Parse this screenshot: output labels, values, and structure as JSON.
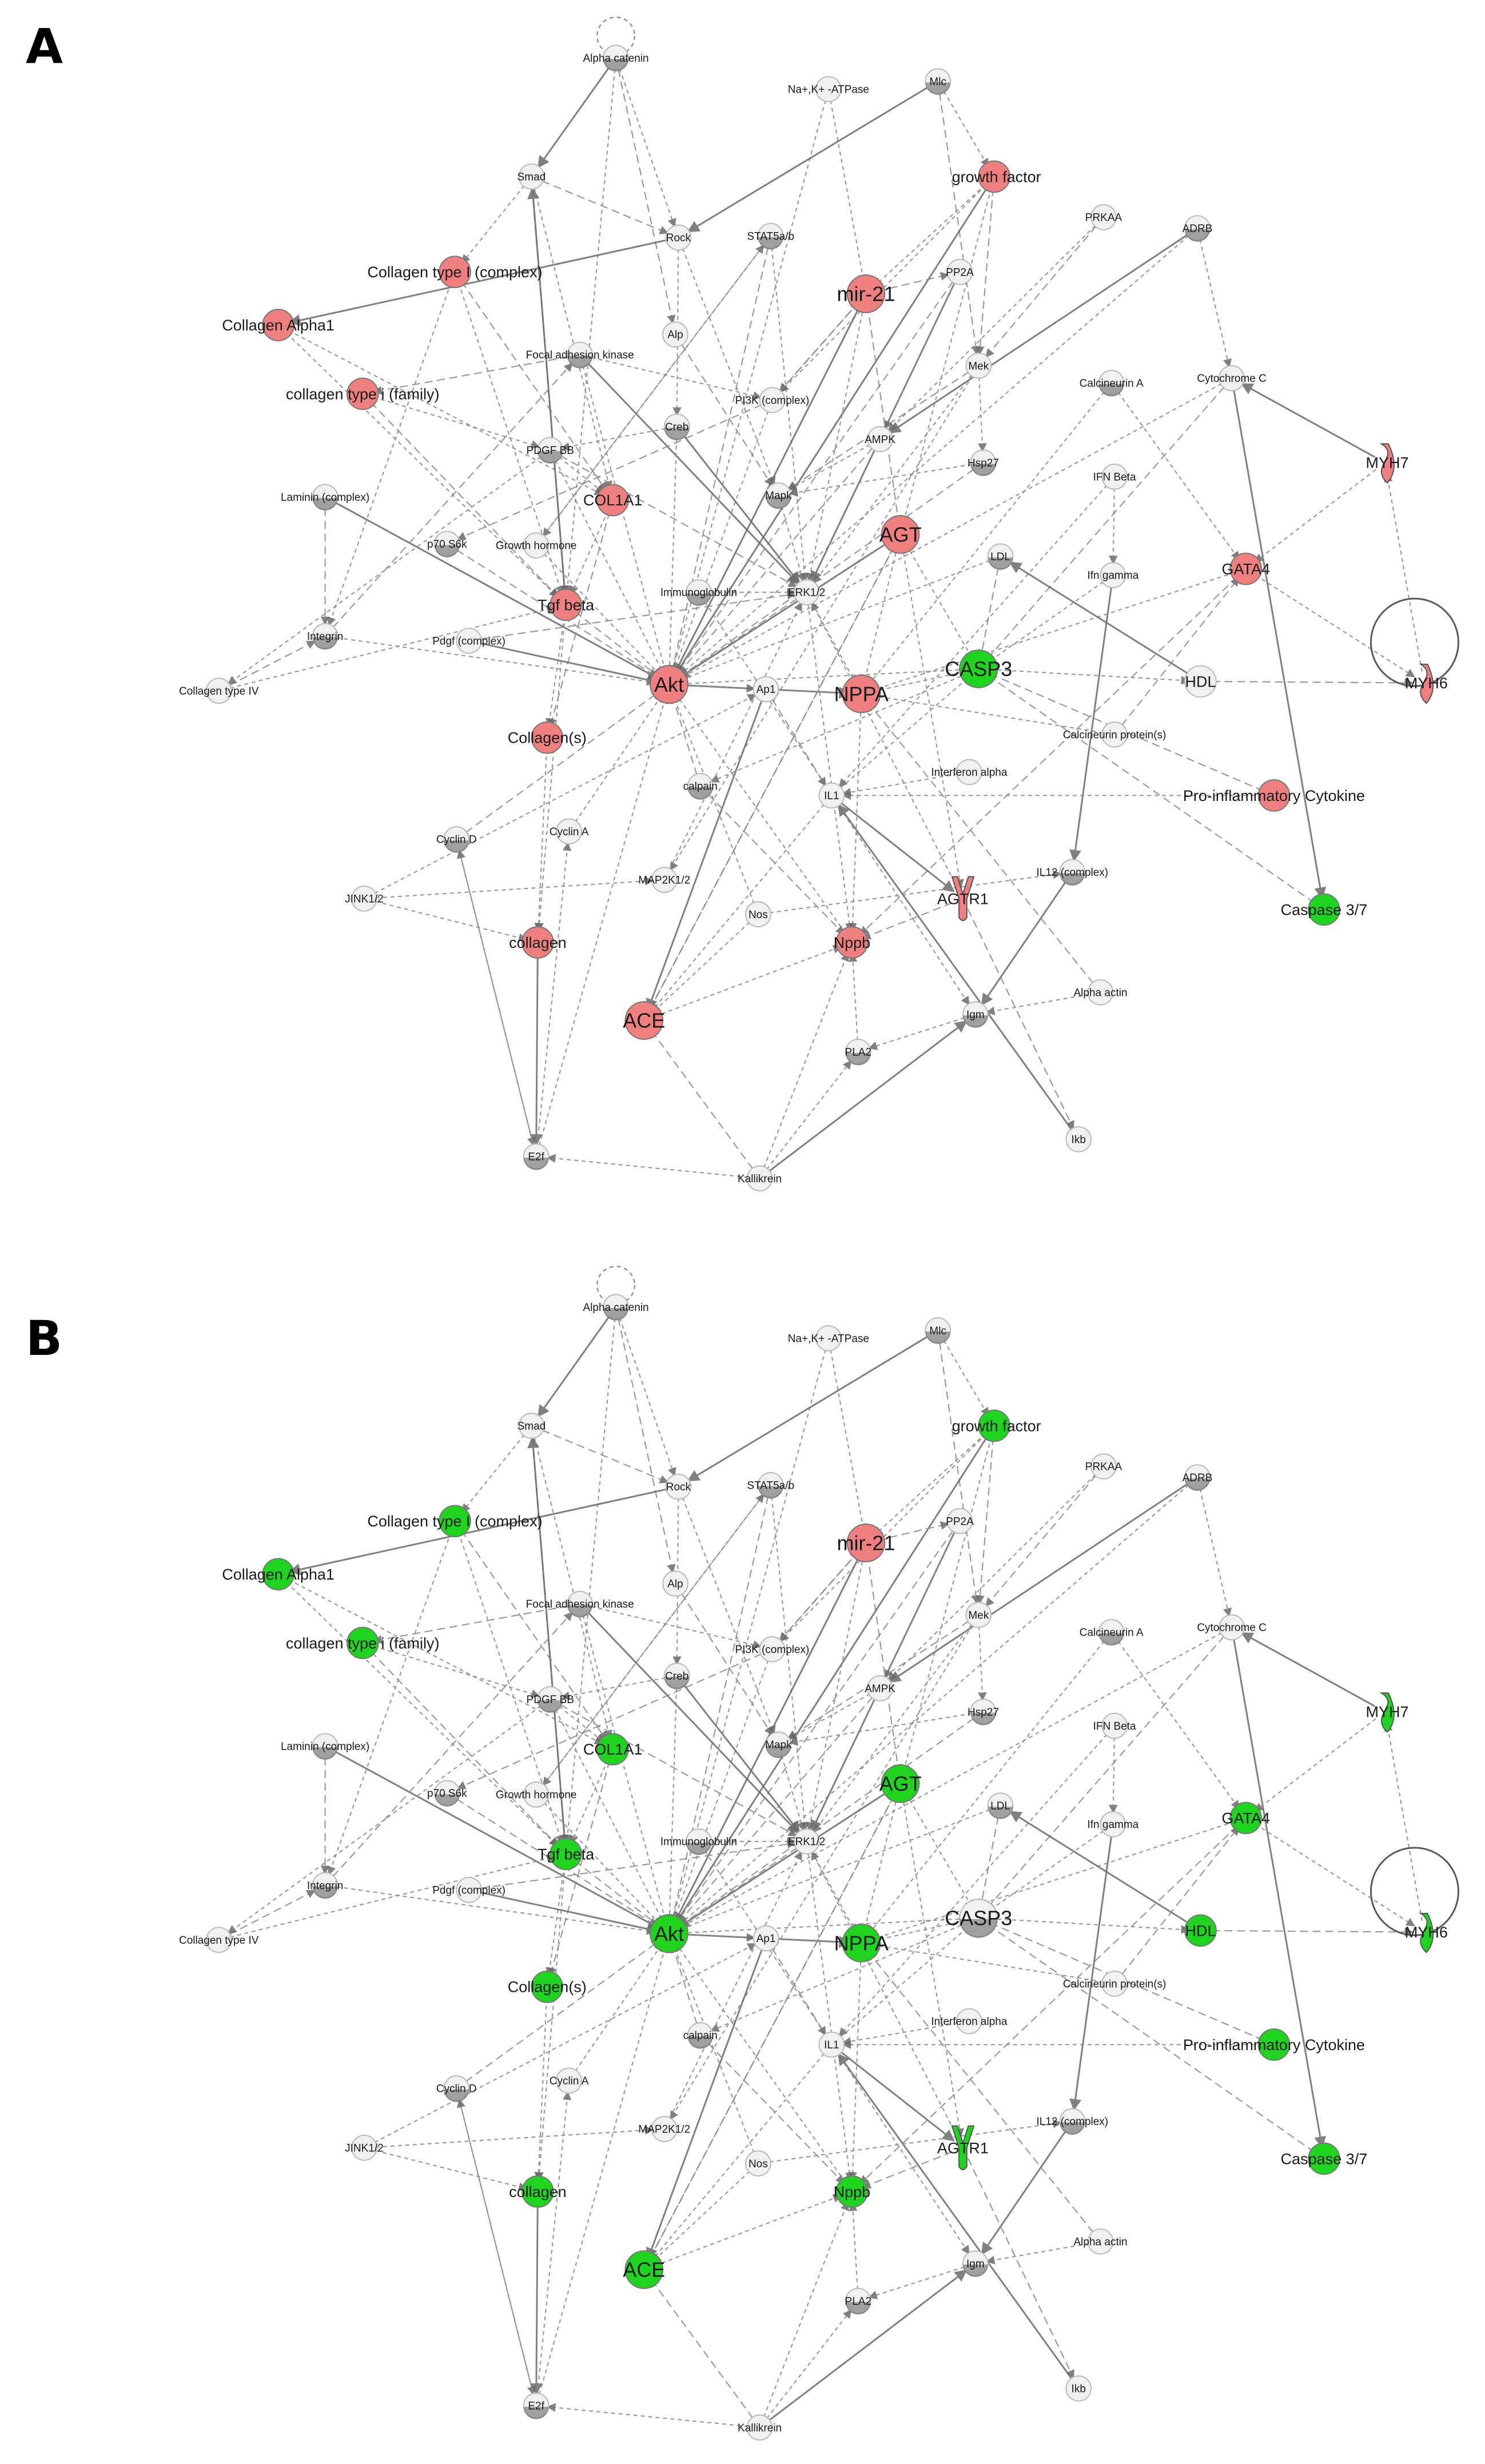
{
  "panels": [
    {
      "letter": "A",
      "mode": "red"
    },
    {
      "letter": "B",
      "mode": "green"
    }
  ],
  "colors": {
    "red": "#f08080",
    "green": "#1fd41f",
    "node_gray": "#f1f1f1",
    "node_dark": "#5c5c5c",
    "edge": "#8a8a8a"
  },
  "nodes": [
    {
      "id": "alpha_catenin",
      "label": "Alpha catenin",
      "a": "none",
      "b": "none",
      "shape": "circle",
      "size": "small"
    },
    {
      "id": "nak_atpase",
      "label": "Na+,K+ -ATPase",
      "a": "none",
      "b": "none",
      "shape": "circle",
      "size": "small"
    },
    {
      "id": "mlc",
      "label": "Mlc",
      "a": "none",
      "b": "none",
      "shape": "circle",
      "size": "small"
    },
    {
      "id": "smad",
      "label": "Smad",
      "a": "none",
      "b": "none",
      "shape": "circle",
      "size": "small"
    },
    {
      "id": "growth_factor",
      "label": "growth factor",
      "a": "red",
      "b": "green",
      "shape": "circle",
      "size": "medium"
    },
    {
      "id": "prkaa",
      "label": "PRKAA",
      "a": "none",
      "b": "none",
      "shape": "circle",
      "size": "small"
    },
    {
      "id": "adrb",
      "label": "ADRB",
      "a": "none",
      "b": "none",
      "shape": "circle",
      "size": "small"
    },
    {
      "id": "rock",
      "label": "Rock",
      "a": "none",
      "b": "none",
      "shape": "circle",
      "size": "small"
    },
    {
      "id": "stat5ab",
      "label": "STAT5a/b",
      "a": "none",
      "b": "none",
      "shape": "circle",
      "size": "small"
    },
    {
      "id": "pp2a",
      "label": "PP2A",
      "a": "none",
      "b": "none",
      "shape": "circle",
      "size": "small"
    },
    {
      "id": "collagen_type_i_complex",
      "label": "Collagen type I (complex)",
      "a": "red",
      "b": "green",
      "shape": "circle",
      "size": "medium"
    },
    {
      "id": "mir21",
      "label": "mir-21",
      "a": "red",
      "b": "red",
      "shape": "circle",
      "size": "large"
    },
    {
      "id": "collagen_alpha1",
      "label": "Collagen Alpha1",
      "a": "red",
      "b": "green",
      "shape": "circle",
      "size": "medium"
    },
    {
      "id": "alp",
      "label": "Alp",
      "a": "none",
      "b": "none",
      "shape": "circle",
      "size": "small"
    },
    {
      "id": "fak",
      "label": "Focal adhesion kinase",
      "a": "none",
      "b": "none",
      "shape": "circle",
      "size": "small"
    },
    {
      "id": "mek",
      "label": "Mek",
      "a": "none",
      "b": "none",
      "shape": "circle",
      "size": "small"
    },
    {
      "id": "calcineurin_a",
      "label": "Calcineurin A",
      "a": "none",
      "b": "none",
      "shape": "circle",
      "size": "small"
    },
    {
      "id": "cytochrome_c",
      "label": "Cytochrome C",
      "a": "none",
      "b": "none",
      "shape": "circle",
      "size": "small"
    },
    {
      "id": "collagen_type_i_family",
      "label": "collagen type i (family)",
      "a": "red",
      "b": "green",
      "shape": "circle",
      "size": "medium"
    },
    {
      "id": "pi3k",
      "label": "PI3K (complex)",
      "a": "none",
      "b": "none",
      "shape": "circle",
      "size": "small"
    },
    {
      "id": "creb",
      "label": "Creb",
      "a": "none",
      "b": "none",
      "shape": "circle",
      "size": "small"
    },
    {
      "id": "ampk",
      "label": "AMPK",
      "a": "none",
      "b": "none",
      "shape": "circle",
      "size": "small"
    },
    {
      "id": "pdgf_bb",
      "label": "PDGF BB",
      "a": "none",
      "b": "none",
      "shape": "circle",
      "size": "small"
    },
    {
      "id": "myh7",
      "label": "MYH7",
      "a": "red",
      "b": "green",
      "shape": "squiggle",
      "size": "medium"
    },
    {
      "id": "hsp27",
      "label": "Hsp27",
      "a": "none",
      "b": "none",
      "shape": "circle",
      "size": "small"
    },
    {
      "id": "ifn_beta",
      "label": "IFN Beta",
      "a": "none",
      "b": "none",
      "shape": "circle",
      "size": "small"
    },
    {
      "id": "laminin",
      "label": "Laminin (complex)",
      "a": "none",
      "b": "none",
      "shape": "circle",
      "size": "small"
    },
    {
      "id": "col1a1",
      "label": "COL1A1",
      "a": "red",
      "b": "green",
      "shape": "circle",
      "size": "medium"
    },
    {
      "id": "mapk",
      "label": "Mapk",
      "a": "none",
      "b": "none",
      "shape": "circle",
      "size": "small"
    },
    {
      "id": "agt",
      "label": "AGT",
      "a": "red",
      "b": "green",
      "shape": "circle",
      "size": "large"
    },
    {
      "id": "p70s6k",
      "label": "p70 S6k",
      "a": "none",
      "b": "none",
      "shape": "circle",
      "size": "small"
    },
    {
      "id": "growth_hormone",
      "label": "Growth hormone",
      "a": "none",
      "b": "none",
      "shape": "circle",
      "size": "small"
    },
    {
      "id": "ldl",
      "label": "LDL",
      "a": "none",
      "b": "none",
      "shape": "circle",
      "size": "small"
    },
    {
      "id": "ifn_gamma",
      "label": "Ifn gamma",
      "a": "none",
      "b": "none",
      "shape": "circle",
      "size": "small"
    },
    {
      "id": "gata4",
      "label": "GATA4",
      "a": "red",
      "b": "green",
      "shape": "circle",
      "size": "medium"
    },
    {
      "id": "tgf_beta",
      "label": "Tgf beta",
      "a": "red",
      "b": "green",
      "shape": "circle",
      "size": "medium"
    },
    {
      "id": "immunoglobulin",
      "label": "Immunoglobulin",
      "a": "none",
      "b": "none",
      "shape": "circle",
      "size": "small"
    },
    {
      "id": "erk12",
      "label": "ERK1/2",
      "a": "none",
      "b": "none",
      "shape": "circle",
      "size": "small"
    },
    {
      "id": "integrin",
      "label": "Integrin",
      "a": "none",
      "b": "none",
      "shape": "circle",
      "size": "small"
    },
    {
      "id": "pdgf_complex",
      "label": "Pdgf (complex)",
      "a": "none",
      "b": "none",
      "shape": "circle",
      "size": "small"
    },
    {
      "id": "casp3",
      "label": "CASP3",
      "a": "green",
      "b": "none",
      "shape": "circle",
      "size": "large"
    },
    {
      "id": "collagen_type_iv",
      "label": "Collagen type IV",
      "a": "none",
      "b": "none",
      "shape": "circle",
      "size": "small"
    },
    {
      "id": "akt",
      "label": "Akt",
      "a": "red",
      "b": "green",
      "shape": "circle",
      "size": "large"
    },
    {
      "id": "ap1",
      "label": "Ap1",
      "a": "none",
      "b": "none",
      "shape": "circle",
      "size": "small"
    },
    {
      "id": "nppa",
      "label": "NPPA",
      "a": "red",
      "b": "green",
      "shape": "circle",
      "size": "large"
    },
    {
      "id": "hdl",
      "label": "HDL",
      "a": "none",
      "b": "green",
      "shape": "circle",
      "size": "medium"
    },
    {
      "id": "myh6",
      "label": "MYH6",
      "a": "red",
      "b": "green",
      "shape": "squiggle",
      "size": "medium"
    },
    {
      "id": "calcineurin_protein",
      "label": "Calcineurin protein(s)",
      "a": "none",
      "b": "none",
      "shape": "circle",
      "size": "small"
    },
    {
      "id": "collagens",
      "label": "Collagen(s)",
      "a": "red",
      "b": "green",
      "shape": "circle",
      "size": "medium"
    },
    {
      "id": "interferon_alpha",
      "label": "Interferon alpha",
      "a": "none",
      "b": "none",
      "shape": "circle",
      "size": "small"
    },
    {
      "id": "calpain",
      "label": "calpain",
      "a": "none",
      "b": "none",
      "shape": "circle",
      "size": "small"
    },
    {
      "id": "il1",
      "label": "IL1",
      "a": "none",
      "b": "none",
      "shape": "circle",
      "size": "small"
    },
    {
      "id": "proinflammatory",
      "label": "Pro-inflammatory Cytokine",
      "a": "red",
      "b": "green",
      "shape": "circle",
      "size": "medium"
    },
    {
      "id": "cyclin_a",
      "label": "Cyclin A",
      "a": "none",
      "b": "none",
      "shape": "circle",
      "size": "small"
    },
    {
      "id": "cyclin_d",
      "label": "Cyclin D",
      "a": "none",
      "b": "none",
      "shape": "circle",
      "size": "small"
    },
    {
      "id": "jnk12",
      "label": "JINK1/2",
      "a": "none",
      "b": "none",
      "shape": "circle",
      "size": "small"
    },
    {
      "id": "il12",
      "label": "IL12 (complex)",
      "a": "none",
      "b": "none",
      "shape": "circle",
      "size": "small"
    },
    {
      "id": "map2k12",
      "label": "MAP2K1/2",
      "a": "none",
      "b": "none",
      "shape": "circle",
      "size": "small"
    },
    {
      "id": "agtr1",
      "label": "AGTR1",
      "a": "red",
      "b": "green",
      "shape": "receptor",
      "size": "medium"
    },
    {
      "id": "nos",
      "label": "Nos",
      "a": "none",
      "b": "none",
      "shape": "circle",
      "size": "small"
    },
    {
      "id": "caspase37",
      "label": "Caspase 3/7",
      "a": "green",
      "b": "green",
      "shape": "circle",
      "size": "medium"
    },
    {
      "id": "collagen",
      "label": "collagen",
      "a": "red",
      "b": "green",
      "shape": "circle",
      "size": "medium"
    },
    {
      "id": "nppb",
      "label": "Nppb",
      "a": "red",
      "b": "green",
      "shape": "circle",
      "size": "medium"
    },
    {
      "id": "ace",
      "label": "ACE",
      "a": "red",
      "b": "green",
      "shape": "circle",
      "size": "large"
    },
    {
      "id": "igm",
      "label": "Igm",
      "a": "none",
      "b": "none",
      "shape": "circle",
      "size": "small"
    },
    {
      "id": "alpha_actin",
      "label": "Alpha actin",
      "a": "none",
      "b": "none",
      "shape": "circle",
      "size": "small"
    },
    {
      "id": "pla2",
      "label": "PLA2",
      "a": "none",
      "b": "none",
      "shape": "circle",
      "size": "small"
    },
    {
      "id": "ikb",
      "label": "Ikb",
      "a": "none",
      "b": "none",
      "shape": "circle",
      "size": "small"
    },
    {
      "id": "e2f",
      "label": "E2f",
      "a": "none",
      "b": "none",
      "shape": "circle",
      "size": "small"
    },
    {
      "id": "kallikrein",
      "label": "Kallikrein",
      "a": "none",
      "b": "none",
      "shape": "circle",
      "size": "small"
    }
  ],
  "edges": [
    [
      "alpha_catenin",
      "smad"
    ],
    [
      "alpha_catenin",
      "rock"
    ],
    [
      "alpha_catenin",
      "tgf_beta"
    ],
    [
      "alpha_catenin",
      "alp"
    ],
    [
      "nak_atpase",
      "mir21"
    ],
    [
      "nak_atpase",
      "akt"
    ],
    [
      "mlc",
      "mek"
    ],
    [
      "mlc",
      "rock"
    ],
    [
      "mlc",
      "growth_factor"
    ],
    [
      "smad",
      "tgf_beta"
    ],
    [
      "smad",
      "collagen_type_i_complex"
    ],
    [
      "smad",
      "col1a1"
    ],
    [
      "smad",
      "rock"
    ],
    [
      "growth_factor",
      "mir21"
    ],
    [
      "growth_factor",
      "akt"
    ],
    [
      "growth_factor",
      "mek"
    ],
    [
      "growth_factor",
      "pi3k"
    ],
    [
      "prkaa",
      "ampk"
    ],
    [
      "prkaa",
      "mek"
    ],
    [
      "adrb",
      "akt"
    ],
    [
      "adrb",
      "cytochrome_c"
    ],
    [
      "adrb",
      "ampk"
    ],
    [
      "rock",
      "mapk"
    ],
    [
      "rock",
      "creb"
    ],
    [
      "stat5ab",
      "akt"
    ],
    [
      "stat5ab",
      "growth_hormone"
    ],
    [
      "stat5ab",
      "erk12"
    ],
    [
      "pp2a",
      "akt"
    ],
    [
      "pp2a",
      "erk12"
    ],
    [
      "pp2a",
      "ampk"
    ],
    [
      "collagen_type_i_complex",
      "col1a1"
    ],
    [
      "collagen_type_i_complex",
      "tgf_beta"
    ],
    [
      "collagen_type_i_complex",
      "integrin"
    ],
    [
      "mir21",
      "pp2a"
    ],
    [
      "mir21",
      "erk12"
    ],
    [
      "mir21",
      "akt"
    ],
    [
      "mir21",
      "pi3k"
    ],
    [
      "collagen_alpha1",
      "tgf_beta"
    ],
    [
      "collagen_alpha1",
      "col1a1"
    ],
    [
      "alp",
      "mapk"
    ],
    [
      "fak",
      "akt"
    ],
    [
      "fak",
      "pi3k"
    ],
    [
      "fak",
      "erk12"
    ],
    [
      "mek",
      "erk12"
    ],
    [
      "mek",
      "map2k12"
    ],
    [
      "mek",
      "mapk"
    ],
    [
      "calcineurin_a",
      "gata4"
    ],
    [
      "calcineurin_a",
      "nppa"
    ],
    [
      "cytochrome_c",
      "casp3"
    ],
    [
      "cytochrome_c",
      "caspase37"
    ],
    [
      "cytochrome_c",
      "akt"
    ],
    [
      "collagen_type_i_family",
      "tgf_beta"
    ],
    [
      "collagen_type_i_family",
      "pdgf_bb"
    ],
    [
      "pi3k",
      "akt"
    ],
    [
      "pi3k",
      "p70s6k"
    ],
    [
      "creb",
      "akt"
    ],
    [
      "creb",
      "erk12"
    ],
    [
      "ampk",
      "akt"
    ],
    [
      "ampk",
      "mapk"
    ],
    [
      "pdgf_bb",
      "akt"
    ],
    [
      "pdgf_bb",
      "erk12"
    ],
    [
      "pdgf_bb",
      "col1a1"
    ],
    [
      "myh7",
      "gata4"
    ],
    [
      "myh7",
      "cytochrome_c"
    ],
    [
      "myh6",
      "myh7"
    ],
    [
      "hsp27",
      "mapk"
    ],
    [
      "hsp27",
      "akt"
    ],
    [
      "ifn_beta",
      "il1"
    ],
    [
      "ifn_beta",
      "ifn_gamma"
    ],
    [
      "laminin",
      "integrin"
    ],
    [
      "laminin",
      "akt"
    ],
    [
      "col1a1",
      "tgf_beta"
    ],
    [
      "col1a1",
      "collagens"
    ],
    [
      "mapk",
      "erk12"
    ],
    [
      "agt",
      "agtr1"
    ],
    [
      "agt",
      "ace"
    ],
    [
      "agt",
      "nppa"
    ],
    [
      "agt",
      "akt"
    ],
    [
      "p70s6k",
      "akt"
    ],
    [
      "growth_hormone",
      "akt"
    ],
    [
      "growth_hormone",
      "stat5ab"
    ],
    [
      "ldl",
      "casp3"
    ],
    [
      "ldl",
      "akt"
    ],
    [
      "ifn_gamma",
      "casp3"
    ],
    [
      "ifn_gamma",
      "il12"
    ],
    [
      "gata4",
      "nppa"
    ],
    [
      "gata4",
      "myh6"
    ],
    [
      "gata4",
      "nppb"
    ],
    [
      "tgf_beta",
      "collagens"
    ],
    [
      "tgf_beta",
      "collagen"
    ],
    [
      "tgf_beta",
      "akt"
    ],
    [
      "tgf_beta",
      "smad"
    ],
    [
      "immunoglobulin",
      "igm"
    ],
    [
      "erk12",
      "akt"
    ],
    [
      "erk12",
      "nppa"
    ],
    [
      "erk12",
      "nppb"
    ],
    [
      "integrin",
      "fak"
    ],
    [
      "integrin",
      "akt"
    ],
    [
      "pdgf_complex",
      "akt"
    ],
    [
      "pdgf_complex",
      "erk12"
    ],
    [
      "casp3",
      "calpain"
    ],
    [
      "casp3",
      "hdl"
    ],
    [
      "collagen_type_iv",
      "integrin"
    ],
    [
      "collagen_type_iv",
      "tgf_beta"
    ],
    [
      "akt",
      "casp3"
    ],
    [
      "akt",
      "nppa"
    ],
    [
      "akt",
      "ap1"
    ],
    [
      "ap1",
      "nppa"
    ],
    [
      "ap1",
      "il1"
    ],
    [
      "nppa",
      "casp3"
    ],
    [
      "nppa",
      "nppb"
    ],
    [
      "hdl",
      "myh6"
    ],
    [
      "hdl",
      "ldl"
    ],
    [
      "calcineurin_protein",
      "nppa"
    ],
    [
      "calcineurin_protein",
      "gata4"
    ],
    [
      "collagens",
      "collagen"
    ],
    [
      "interferon_alpha",
      "il1"
    ],
    [
      "calpain",
      "akt"
    ],
    [
      "il1",
      "ace"
    ],
    [
      "il1",
      "agtr1"
    ],
    [
      "proinflammatory",
      "casp3"
    ],
    [
      "proinflammatory",
      "il1"
    ],
    [
      "cyclin_a",
      "akt"
    ],
    [
      "cyclin_d",
      "e2f"
    ],
    [
      "jnk12",
      "collagen"
    ],
    [
      "jnk12",
      "ap1"
    ],
    [
      "il12",
      "igm"
    ],
    [
      "map2k12",
      "erk12"
    ],
    [
      "agtr1",
      "erk12"
    ],
    [
      "agtr1",
      "nppb"
    ],
    [
      "nos",
      "akt"
    ],
    [
      "nos",
      "ace"
    ],
    [
      "caspase37",
      "casp3"
    ],
    [
      "collagen",
      "e2f"
    ],
    [
      "nppb",
      "akt"
    ],
    [
      "ace",
      "agt"
    ],
    [
      "ace",
      "nppb"
    ],
    [
      "igm",
      "pla2"
    ],
    [
      "alpha_actin",
      "nppa"
    ],
    [
      "pla2",
      "nppb"
    ],
    [
      "ikb",
      "il1"
    ],
    [
      "e2f",
      "cyclin_d"
    ],
    [
      "e2f",
      "cyclin_a"
    ],
    [
      "e2f",
      "akt"
    ],
    [
      "kallikrein",
      "ace"
    ],
    [
      "kallikrein",
      "nppb"
    ],
    [
      "kallikrein",
      "pla2"
    ],
    [
      "kallikrein",
      "igm"
    ],
    [
      "kallikrein",
      "e2f"
    ],
    [
      "alpha_catenin",
      "alpha_catenin"
    ],
    [
      "mir21",
      "agt"
    ],
    [
      "agt",
      "casp3"
    ],
    [
      "growth_factor",
      "agt"
    ],
    [
      "fak",
      "collagen_type_i_family"
    ],
    [
      "rock",
      "collagen_alpha1"
    ],
    [
      "pdgf_bb",
      "collagen_type_iv"
    ],
    [
      "cyclin_d",
      "akt"
    ],
    [
      "jnk12",
      "map2k12"
    ],
    [
      "nos",
      "il12"
    ],
    [
      "agtr1",
      "ikb"
    ],
    [
      "alpha_actin",
      "igm"
    ],
    [
      "ap1",
      "ace"
    ],
    [
      "calpain",
      "nppb"
    ],
    [
      "il1",
      "casp3"
    ],
    [
      "immunoglobulin",
      "erk12"
    ],
    [
      "pi3k",
      "mir21"
    ],
    [
      "creb",
      "pdgf_bb"
    ],
    [
      "mek",
      "hsp27"
    ]
  ]
}
